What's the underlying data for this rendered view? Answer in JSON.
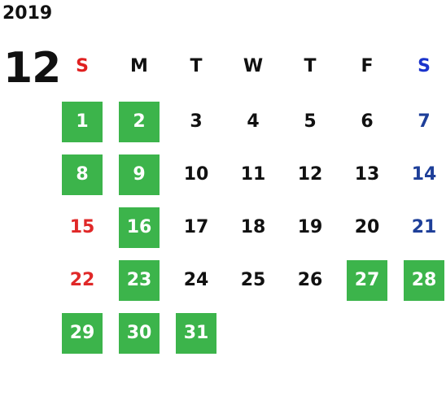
{
  "calendar": {
    "year": "2019",
    "month": "12",
    "weekdays": [
      {
        "label": "S",
        "color": "#e02020"
      },
      {
        "label": "M",
        "color": "#111111"
      },
      {
        "label": "T",
        "color": "#111111"
      },
      {
        "label": "W",
        "color": "#111111"
      },
      {
        "label": "T",
        "color": "#111111"
      },
      {
        "label": "F",
        "color": "#111111"
      },
      {
        "label": "S",
        "color": "#1a33cc"
      }
    ],
    "colors": {
      "highlight_bg": "#3cb44b",
      "highlight_text": "#ffffff",
      "weekday_text": "#111111",
      "sunday_text": "#e02828",
      "saturday_text": "#1e3f99"
    },
    "days": [
      {
        "n": "1",
        "highlight": true
      },
      {
        "n": "2",
        "highlight": true
      },
      {
        "n": "3",
        "highlight": false
      },
      {
        "n": "4",
        "highlight": false
      },
      {
        "n": "5",
        "highlight": false
      },
      {
        "n": "6",
        "highlight": false
      },
      {
        "n": "7",
        "highlight": false
      },
      {
        "n": "8",
        "highlight": true
      },
      {
        "n": "9",
        "highlight": true
      },
      {
        "n": "10",
        "highlight": false
      },
      {
        "n": "11",
        "highlight": false
      },
      {
        "n": "12",
        "highlight": false
      },
      {
        "n": "13",
        "highlight": false
      },
      {
        "n": "14",
        "highlight": false
      },
      {
        "n": "15",
        "highlight": false
      },
      {
        "n": "16",
        "highlight": true
      },
      {
        "n": "17",
        "highlight": false
      },
      {
        "n": "18",
        "highlight": false
      },
      {
        "n": "19",
        "highlight": false
      },
      {
        "n": "20",
        "highlight": false
      },
      {
        "n": "21",
        "highlight": false
      },
      {
        "n": "22",
        "highlight": false
      },
      {
        "n": "23",
        "highlight": true
      },
      {
        "n": "24",
        "highlight": false
      },
      {
        "n": "25",
        "highlight": false
      },
      {
        "n": "26",
        "highlight": false
      },
      {
        "n": "27",
        "highlight": true
      },
      {
        "n": "28",
        "highlight": true
      },
      {
        "n": "29",
        "highlight": true
      },
      {
        "n": "30",
        "highlight": true
      },
      {
        "n": "31",
        "highlight": true
      }
    ]
  }
}
